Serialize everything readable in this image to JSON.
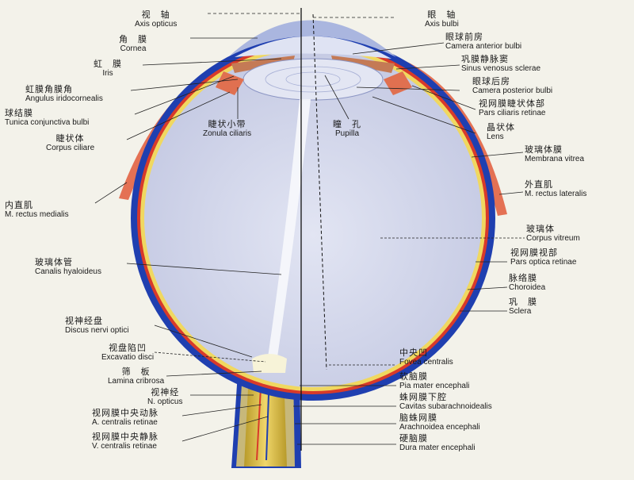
{
  "labels_left": [
    {
      "zh": "视　轴",
      "la": "Axis opticus"
    },
    {
      "zh": "角　膜",
      "la": "Cornea"
    },
    {
      "zh": "虹　膜",
      "la": "Iris"
    },
    {
      "zh": "虹膜角膜角",
      "la": "Angulus iridocornealis"
    },
    {
      "zh": "球结膜",
      "la": "Tunica conjunctiva bulbi"
    },
    {
      "zh": "睫状体",
      "la": "Corpus ciliare"
    },
    {
      "zh": "内直肌",
      "la": "M. rectus medialis"
    },
    {
      "zh": "玻璃体管",
      "la": "Canalis hyaloideus"
    },
    {
      "zh": "视神经盘",
      "la": "Discus nervi optici"
    },
    {
      "zh": "视盘陷凹",
      "la": "Excavatio disci"
    },
    {
      "zh": "筛　板",
      "la": "Lamina cribrosa"
    },
    {
      "zh": "视神经",
      "la": "N. opticus"
    },
    {
      "zh": "视网膜中央动脉",
      "la": "A. centralis retinae"
    },
    {
      "zh": "视网膜中央静脉",
      "la": "V. centralis retinae"
    }
  ],
  "labels_center": [
    {
      "zh": "睫状小带",
      "la": "Zonula ciliaris"
    },
    {
      "zh": "瞳　孔",
      "la": "Pupilla"
    }
  ],
  "labels_right": [
    {
      "zh": "眼　轴",
      "la": "Axis bulbi"
    },
    {
      "zh": "眼球前房",
      "la": "Camera anterior bulbi"
    },
    {
      "zh": "巩膜静脉窦",
      "la": "Sinus venosus sclerae"
    },
    {
      "zh": "眼球后房",
      "la": "Camera posterior bulbi"
    },
    {
      "zh": "视网膜睫状体部",
      "la": "Pars ciliaris retinae"
    },
    {
      "zh": "晶状体",
      "la": "Lens"
    },
    {
      "zh": "玻璃体膜",
      "la": "Membrana vitrea"
    },
    {
      "zh": "外直肌",
      "la": "M. rectus lateralis"
    },
    {
      "zh": "玻璃体",
      "la": "Corpus vitreum"
    },
    {
      "zh": "视网膜视部",
      "la": "Pars optica retinae"
    },
    {
      "zh": "脉络膜",
      "la": "Choroidea"
    },
    {
      "zh": "巩　膜",
      "la": "Sclera"
    },
    {
      "zh": "中央凹",
      "la": "Fovea centralis"
    },
    {
      "zh": "软脑膜",
      "la": "Pia mater encephali"
    },
    {
      "zh": "蛛网膜下腔",
      "la": "Cavitas subarachnoidealis"
    },
    {
      "zh": "脑蛛网膜",
      "la": "Arachnoidea encephali"
    },
    {
      "zh": "硬脑膜",
      "la": "Dura mater encephali"
    }
  ],
  "colors": {
    "sclera": "#1f3fb0",
    "choroid": "#d83a2a",
    "retina": "#f0d860",
    "vitreous": "#cfd3ea",
    "lens": "#dde2f2",
    "muscle": "#e05a3a",
    "nerve": "#e8c84a",
    "leader": "#222222"
  }
}
